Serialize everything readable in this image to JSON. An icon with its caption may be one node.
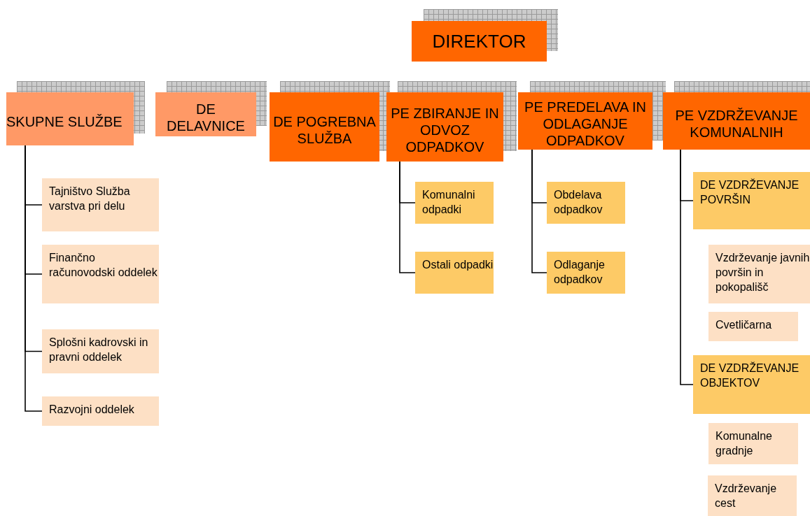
{
  "diagram": {
    "nodes": [
      {
        "text": [
          "DIREKTOR"
        ]
      },
      {
        "text": [
          "SKUPNE SLUŽBE"
        ]
      },
      {
        "text": [
          "DE DELAVNICE"
        ]
      },
      {
        "text": [
          "DE POGREBNA SLUŽBA"
        ]
      },
      {
        "text": [
          "PE ZBIRANJE IN ODVOZ ODPADKOV"
        ]
      },
      {
        "text": [
          "PE PREDELAVA IN ODLAGANJE ODPADKOV"
        ]
      },
      {
        "text": [
          "PE VZDRŽEVANJE KOMUNALNIH"
        ]
      },
      {
        "text": [
          "Tajništvo Služba varstva pri delu"
        ]
      },
      {
        "text": [
          "Finančno računovodski oddelek"
        ]
      },
      {
        "text": [
          "Splošni kadrovski in pravni oddelek"
        ]
      },
      {
        "text": [
          "Razvojni oddelek"
        ]
      },
      {
        "text": [
          "Komunalni odpadki"
        ]
      },
      {
        "text": [
          "Ostali odpadki"
        ]
      },
      {
        "text": [
          "Obdelava odpadkov"
        ]
      },
      {
        "text": [
          "Odlaganje odpadkov"
        ]
      },
      {
        "text": [
          "DE VZDRŽEVANJE POVRŠIN"
        ]
      },
      {
        "text": [
          "Vzdrževanje javnih površin in pokopališč"
        ]
      },
      {
        "text": [
          "Cvetličarna"
        ]
      },
      {
        "text": [
          "DE VZDRŽEVANJE OBJEKTOV"
        ]
      },
      {
        "text": [
          "Komunalne gradnje"
        ]
      },
      {
        "text": [
          "Vzdrževanje cest"
        ]
      }
    ],
    "edges": [
      {
        "from": 1,
        "to": 7,
        "arrow": "none"
      },
      {
        "from": 1,
        "to": 8,
        "arrow": "none"
      },
      {
        "from": 1,
        "to": 9,
        "arrow": "none"
      },
      {
        "from": 1,
        "to": 10,
        "arrow": "none"
      },
      {
        "from": 4,
        "to": 11,
        "arrow": "none"
      },
      {
        "from": 4,
        "to": 12,
        "arrow": "none"
      },
      {
        "from": 5,
        "to": 13,
        "arrow": "none"
      },
      {
        "from": 5,
        "to": 14,
        "arrow": "none"
      },
      {
        "from": 6,
        "to": 15,
        "arrow": "none"
      },
      {
        "from": 6,
        "to": 18,
        "arrow": "none"
      }
    ]
  }
}
